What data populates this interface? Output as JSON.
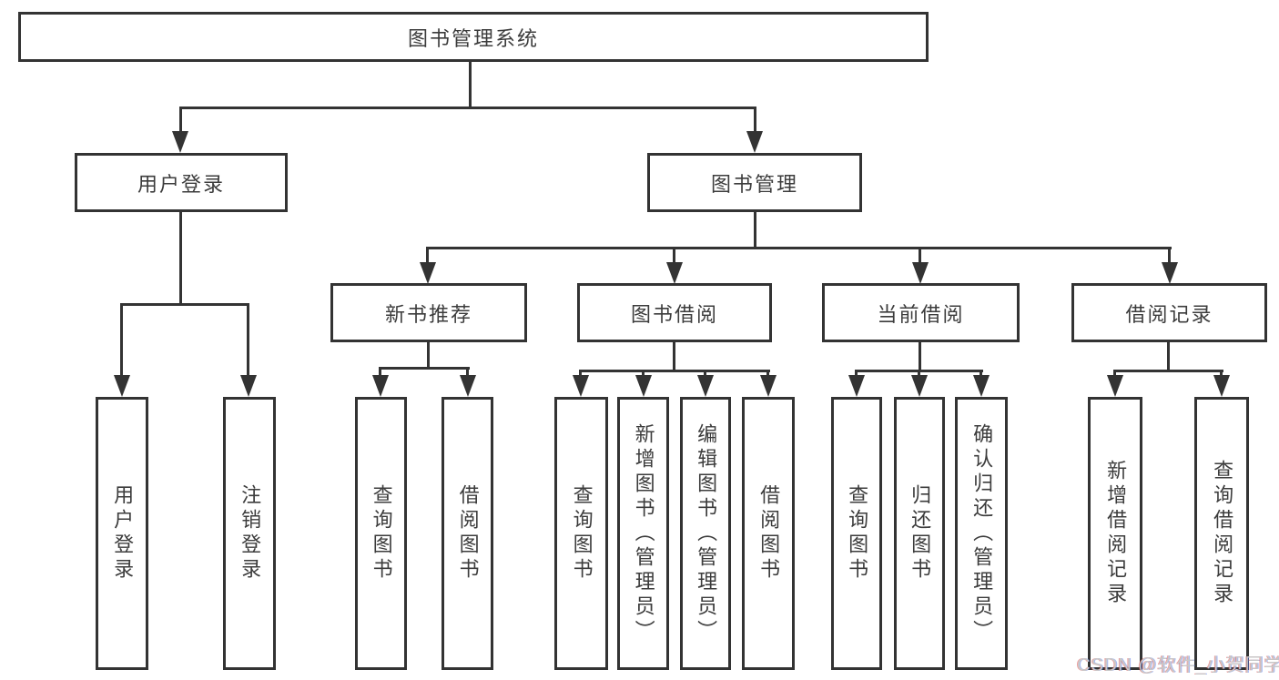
{
  "diagram": {
    "root": {
      "label": "图书管理系统"
    },
    "level2": [
      {
        "label": "用户登录"
      },
      {
        "label": "图书管理"
      }
    ],
    "level3": [
      {
        "label": "新书推荐"
      },
      {
        "label": "图书借阅"
      },
      {
        "label": "当前借阅"
      },
      {
        "label": "借阅记录"
      }
    ],
    "level4": {
      "user_login": [
        "用户登录",
        "注销登录"
      ],
      "new_book_recommend": [
        "查询图书",
        "借阅图书"
      ],
      "book_borrowing": [
        "查询图书",
        "新增图书（管理员）",
        "编辑图书（管理员）",
        "借阅图书"
      ],
      "current_borrowing": [
        "查询图书",
        "归还图书",
        "确认归还（管理员）"
      ],
      "borrowing_records": [
        "新增借阅记录",
        "查询借阅记录"
      ]
    },
    "colors": {
      "line": "#333333",
      "text": "#3c3c3c",
      "background": "#ffffff",
      "watermark_text": "#c9c9c9"
    }
  },
  "watermark": {
    "text": "CSDN @软件_小贺同学"
  }
}
